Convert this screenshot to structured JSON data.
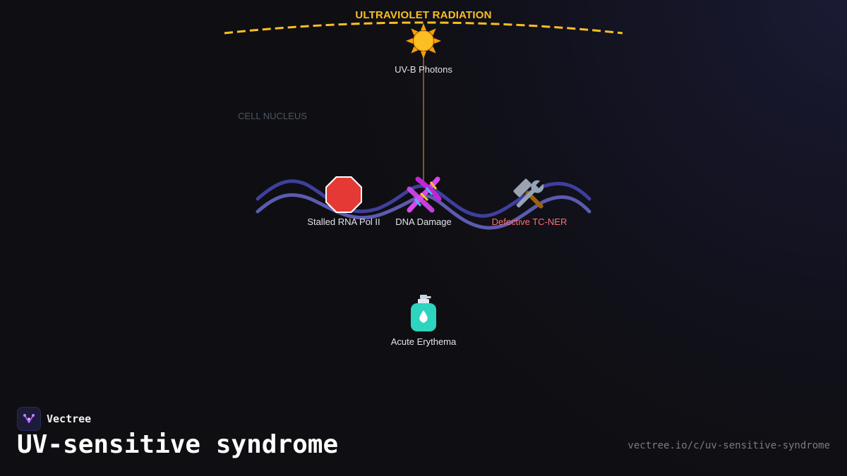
{
  "diagram": {
    "uv_title": "ULTRAVIOLET RADIATION",
    "nucleus_label": "CELL NUCLEUS",
    "nodes": {
      "photons": {
        "label": "UV-B Photons",
        "icon": "sun-icon"
      },
      "damage": {
        "label": "DNA Damage",
        "icon": "dna-icon"
      },
      "stalled": {
        "label": "Stalled RNA Pol II",
        "icon": "stop-sign-icon"
      },
      "defective": {
        "label": "Defective TC-NER",
        "icon": "hammer-wrench-icon"
      },
      "erythema": {
        "label": "Acute Erythema",
        "icon": "lotion-bottle-icon"
      }
    },
    "colors": {
      "uv": "#fbbf24",
      "dna_strand": "#3f3f9e",
      "dna_strand_light": "#5b5bb0",
      "defect": "#f87171",
      "label": "#e2e2ea",
      "nucleus": "#4b5563"
    }
  },
  "footer": {
    "brand": "Vectree",
    "title": "UV-sensitive syndrome",
    "url": "vectree.io/c/uv-sensitive-syndrome"
  }
}
